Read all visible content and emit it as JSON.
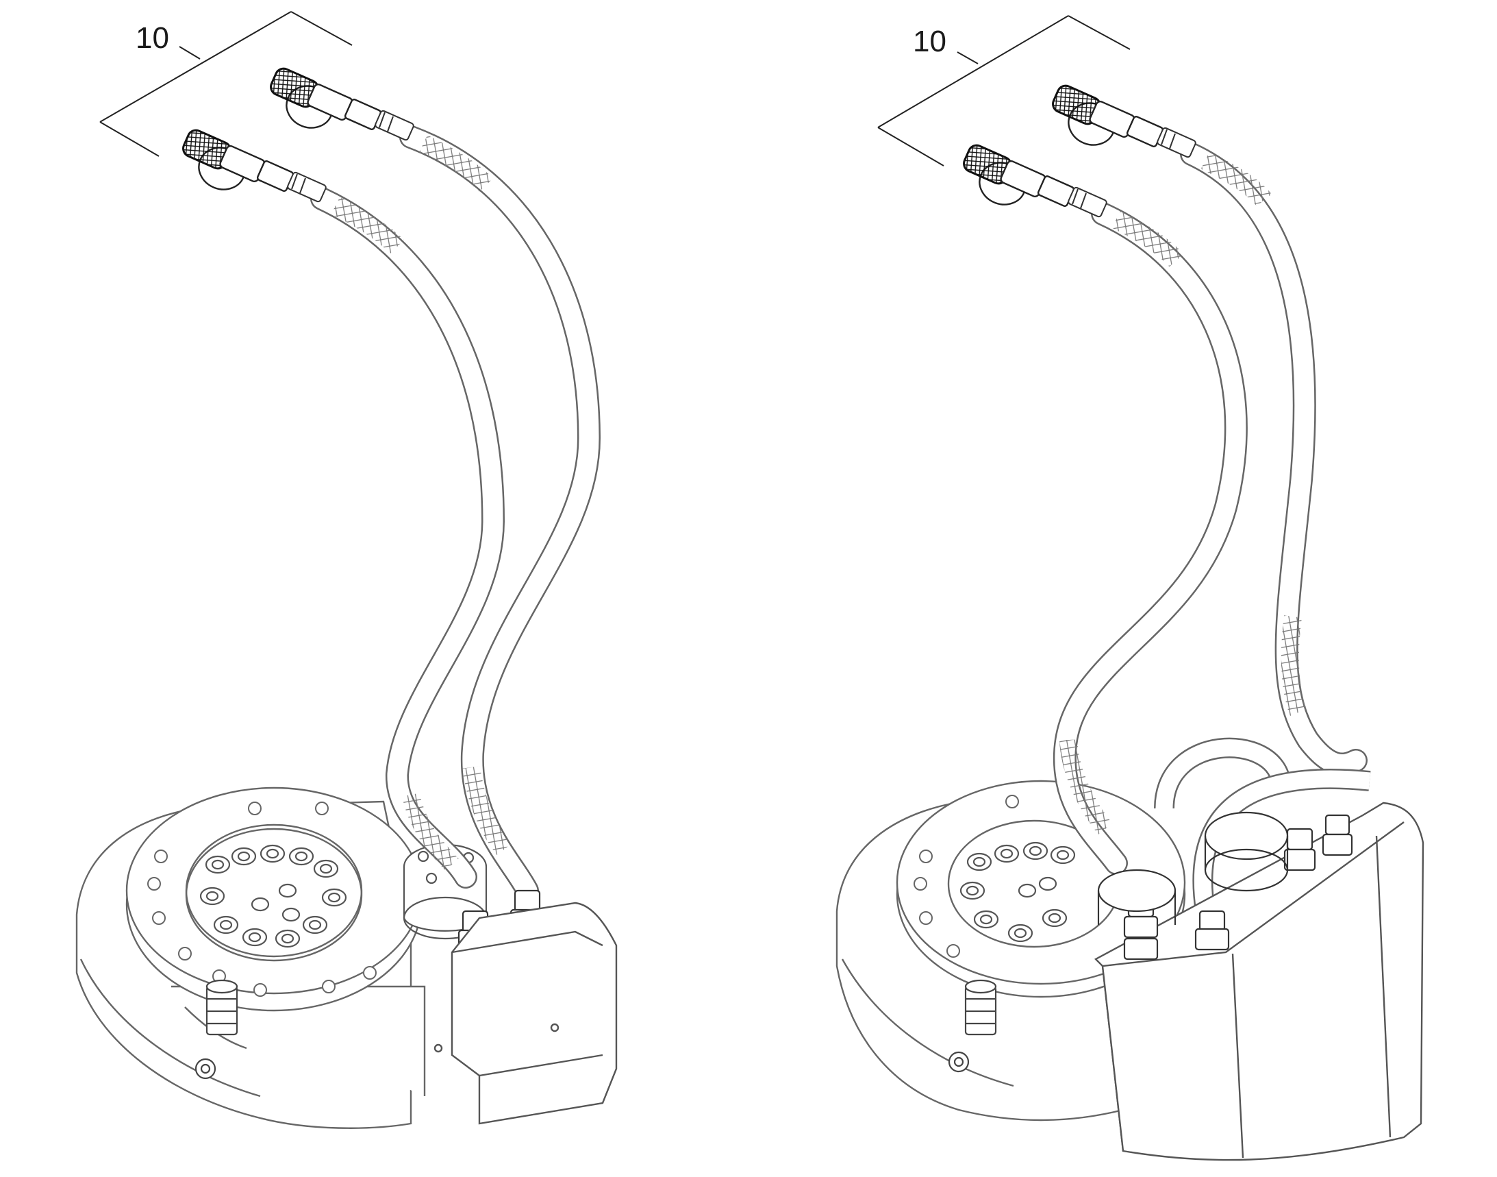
{
  "figure": {
    "views": [
      {
        "id": "view-open",
        "callout": {
          "number": "10"
        }
      },
      {
        "id": "view-covered",
        "callout": {
          "number": "10"
        }
      }
    ],
    "colors": {
      "line": "#555555",
      "dark": "#1a1a1a",
      "background": "#ffffff"
    }
  }
}
